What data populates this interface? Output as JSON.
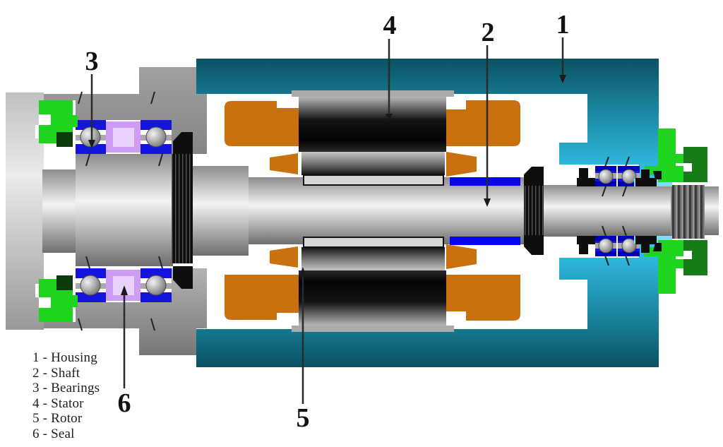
{
  "diagram": {
    "type": "cross-section",
    "subject": "motorized spindle assembly",
    "legend": {
      "items": [
        "1 - Housing",
        "2 - Shaft",
        "3 - Bearings",
        "4 - Stator",
        "5 - Rotor",
        "6 - Seal"
      ]
    },
    "callouts": [
      {
        "number": "1",
        "target": "housing"
      },
      {
        "number": "2",
        "target": "shaft"
      },
      {
        "number": "3",
        "target": "bearings"
      },
      {
        "number": "4",
        "target": "stator"
      },
      {
        "number": "5",
        "target": "rotor"
      },
      {
        "number": "6",
        "target": "seal"
      }
    ],
    "palette": {
      "housing_dark": "#0b5163",
      "housing_mid": "#15798f",
      "housing_light": "#36c9f3",
      "pale_cyan": "#7fdcf8",
      "orange": "#c9700f",
      "bearing_blue": "#1414dd",
      "bearing_blue_dark": "#0000bb",
      "ring_blue": "#0505ee",
      "purple": "#cf9cf5",
      "purple_light": "#e9d3fc",
      "green": "#1fd41f",
      "green_dark": "#177c17",
      "green_deep": "#0b3b0b",
      "ink": "#0e0e0e",
      "text": "#111111"
    }
  }
}
